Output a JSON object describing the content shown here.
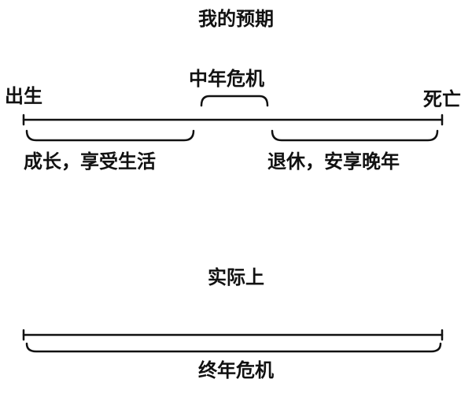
{
  "expected": {
    "title": "我的预期",
    "birth": "出生",
    "death": "死亡",
    "midlife": "中年危机",
    "early": "成长，享受生活",
    "late": "退休，安享晚年"
  },
  "actual": {
    "title": "实际上",
    "label": "终年危机"
  },
  "colors": {
    "ink": "#111111",
    "background": "#ffffff"
  }
}
